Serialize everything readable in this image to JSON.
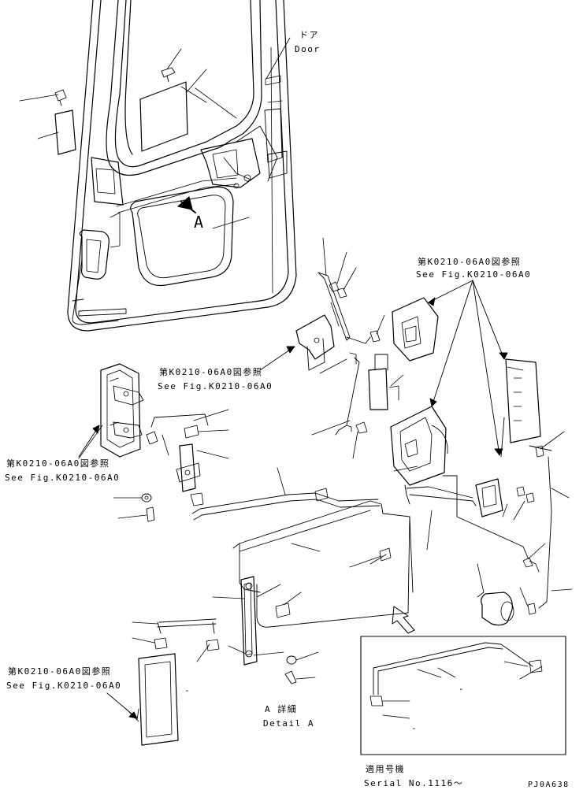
{
  "labels": {
    "door_jp": "ドア",
    "door_en": "Door",
    "detail_marker": "A",
    "ref1_jp": "第K0210-06A0図参照",
    "ref1_en": "See Fig.K0210-06A0",
    "ref2_jp": "第K0210-06A0図参照",
    "ref2_en": "See Fig.K0210-06A0",
    "ref3_jp": "第K0210-06A0図参照",
    "ref3_en": "See Fig.K0210-06A0",
    "ref4_jp": "第K0210-06A0図参照",
    "ref4_en": "See Fig.K0210-06A0",
    "detail_jp": "A 詳細",
    "detail_en": "Detail A",
    "serial_jp": "適用号機",
    "serial_en": "Serial No.1116〜",
    "drawing_code": "PJ0A638",
    "dash1": "-",
    "dash2": "-",
    "dash3": "-"
  },
  "colors": {
    "line": "#000000",
    "background": "#ffffff"
  }
}
